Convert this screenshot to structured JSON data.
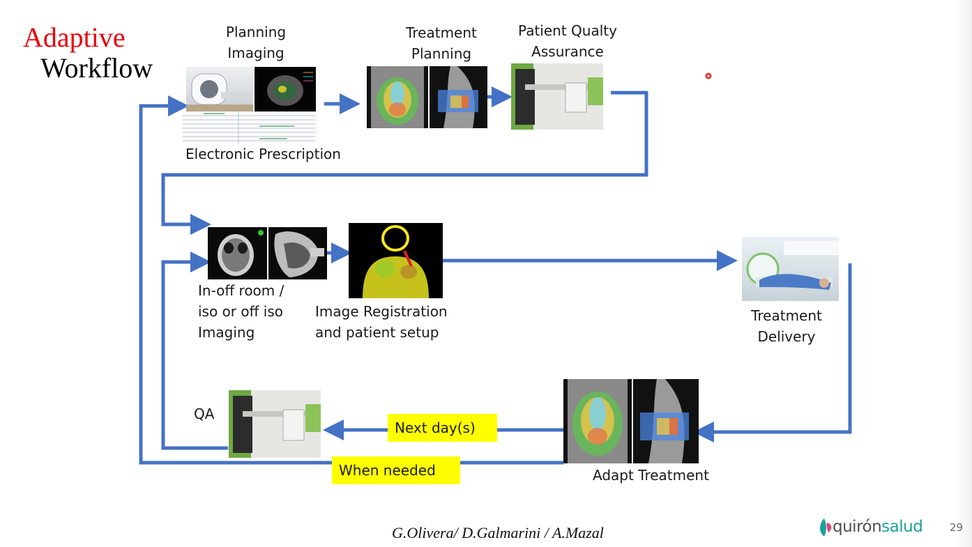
{
  "slide": {
    "title_line1": "Adaptive",
    "title_line2": "Workflow",
    "page_number": "29",
    "authors": "G.Olivera/ D.Galmarini / A.Mazal"
  },
  "steps": {
    "planning_imaging": "Planning\nImaging",
    "electronic_prescription": "Electronic Prescription",
    "treatment_planning": "Treatment\nPlanning",
    "patient_qa": "Patient Qualty\nAssurance",
    "inoff_imaging": "In-off room /\niso or off iso\nImaging",
    "image_registration": "Image Registration\nand patient setup",
    "treatment_delivery": "Treatment\nDelivery",
    "adapt_treatment": "Adapt Treatment",
    "qa": "QA"
  },
  "highlights": {
    "next_days": "Next day(s)",
    "when_needed": "When needed"
  },
  "logo": {
    "brand_part1": "quirón",
    "brand_part2": "salud",
    "icon": "leaf-logo-icon"
  },
  "colors": {
    "arrow": "#4472c4",
    "title_red": "#e8000b",
    "highlight": "#ffff00",
    "logo_teal": "#1aa39a"
  }
}
